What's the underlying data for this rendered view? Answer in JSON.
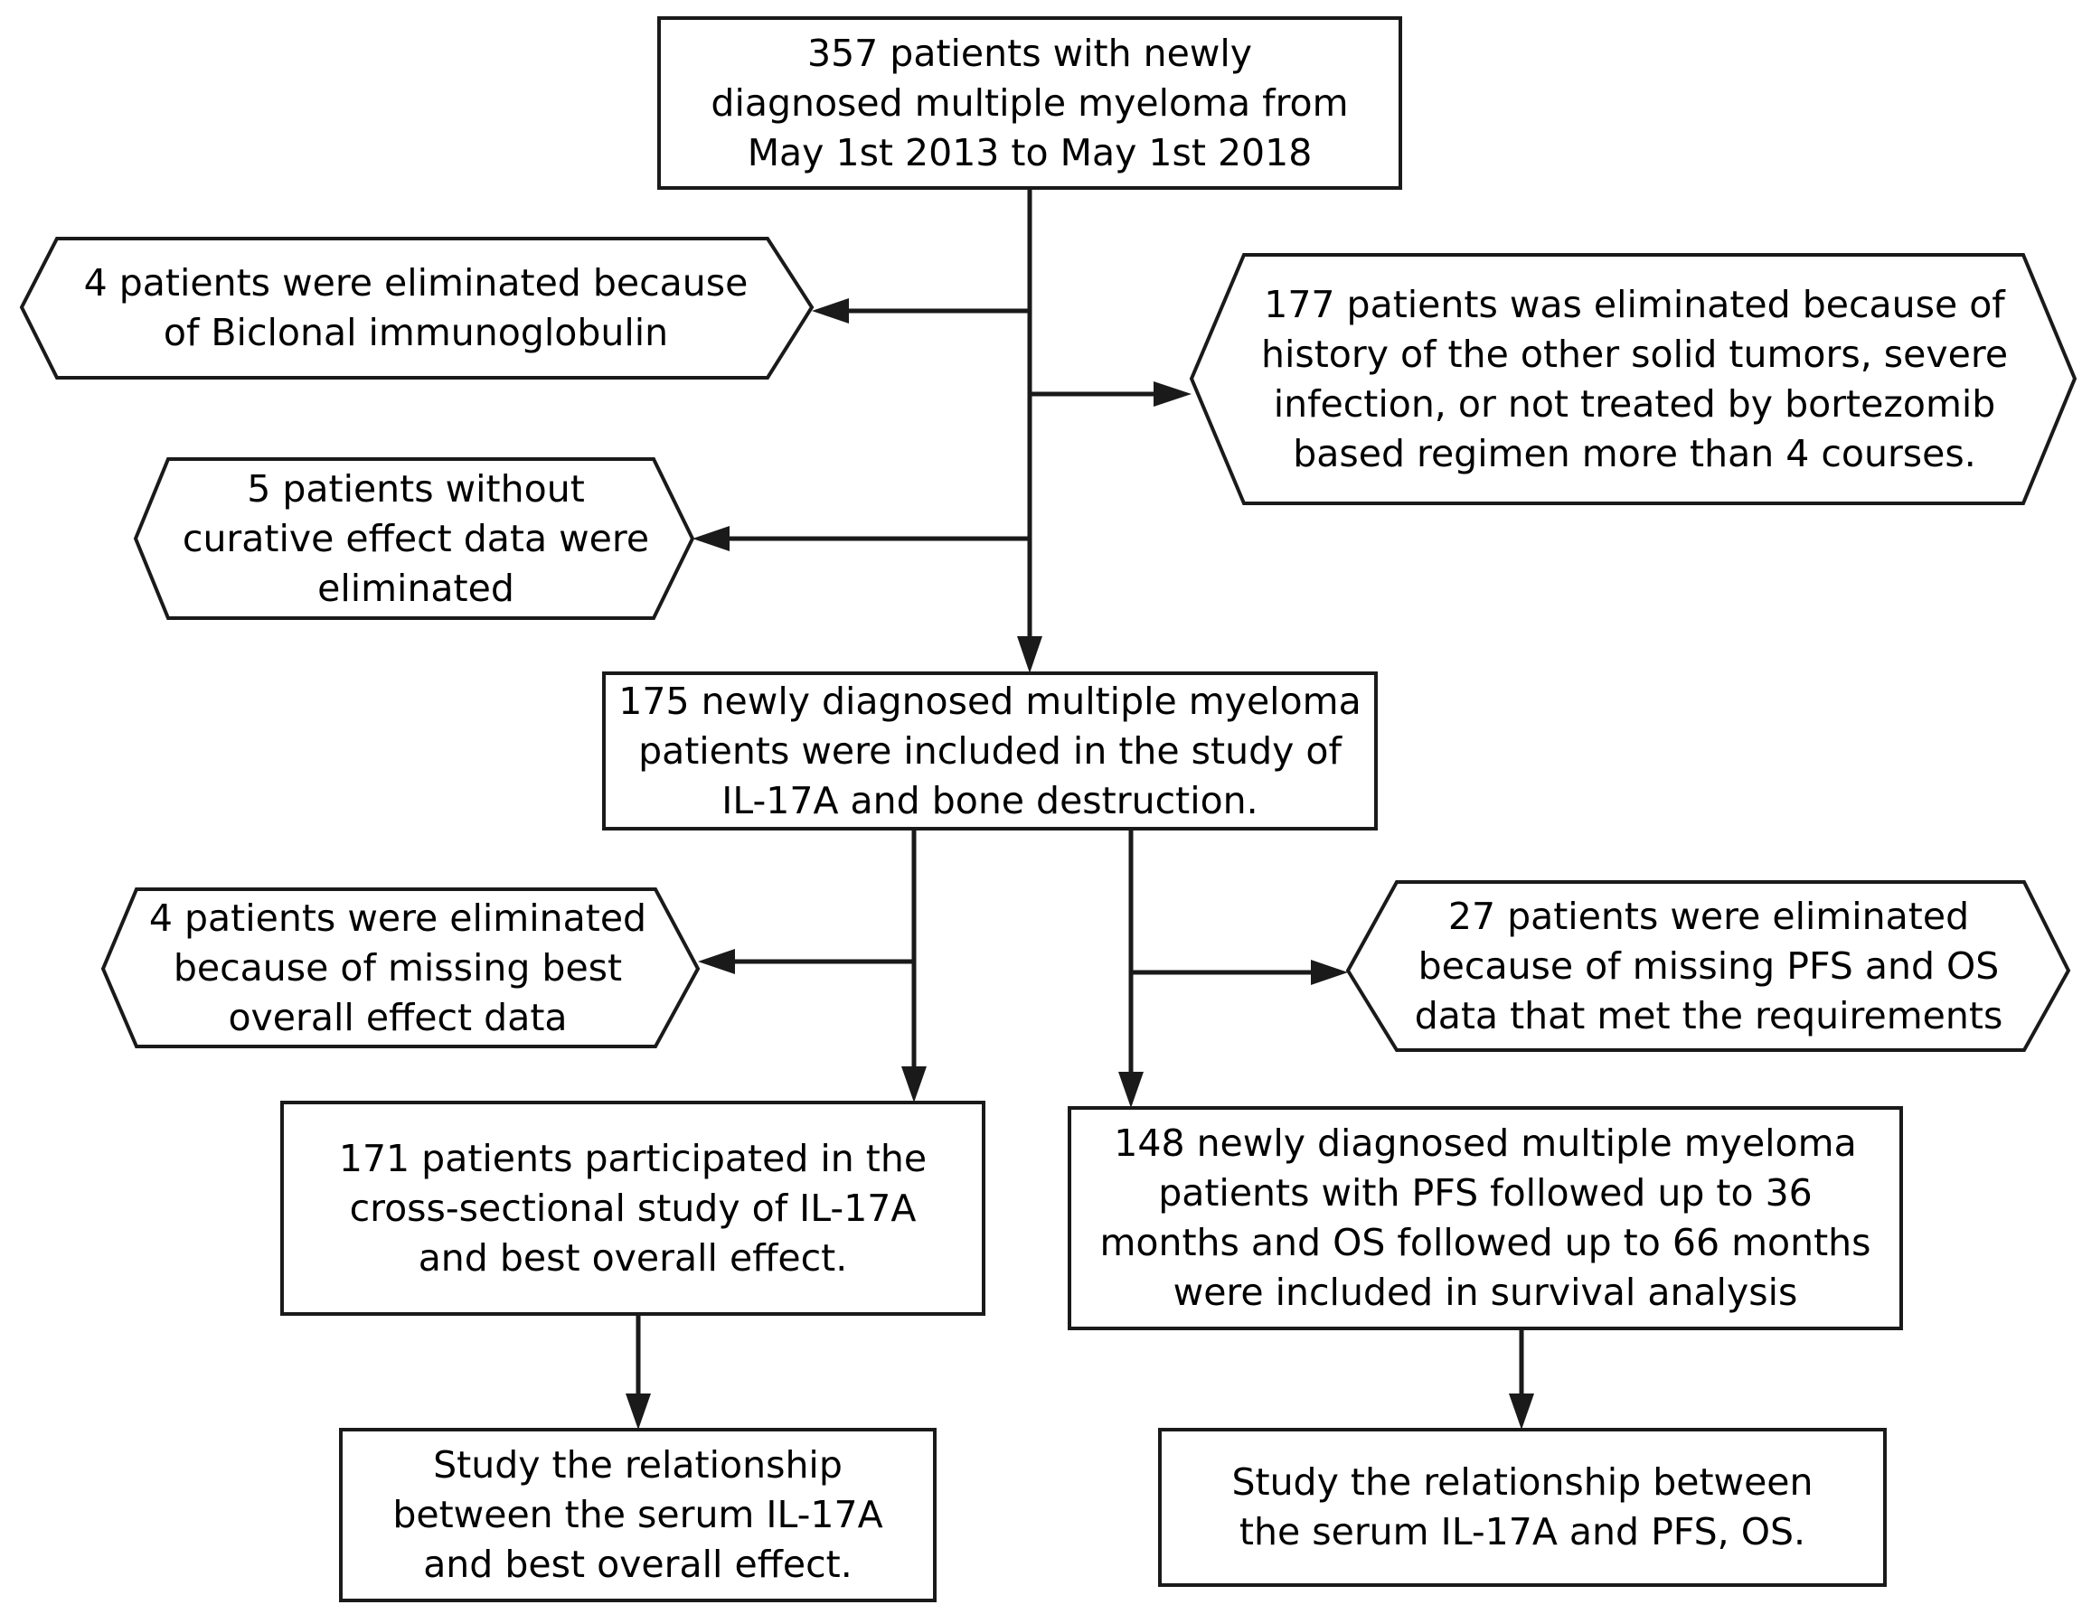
{
  "nodes": {
    "start": {
      "lines": [
        "357 patients with newly",
        "diagnosed multiple myeloma from",
        "May 1st 2013 to May 1st 2018"
      ]
    },
    "excl_biclonal": {
      "lines": [
        "4 patients were eliminated because",
        "of Biclonal immunoglobulin"
      ]
    },
    "excl_solid": {
      "lines": [
        "177 patients was eliminated because of",
        "history of the other solid tumors, severe",
        "infection, or not treated by bortezomib",
        "based regimen more than 4 courses."
      ]
    },
    "excl_curative": {
      "lines": [
        "5 patients without",
        "curative effect data were",
        "eliminated"
      ]
    },
    "included": {
      "lines": [
        "175 newly diagnosed multiple myeloma",
        "patients were included in the study of",
        "IL-17A and bone destruction."
      ]
    },
    "excl_best": {
      "lines": [
        "4 patients were eliminated",
        "because of  missing best",
        "overall effect data"
      ]
    },
    "excl_pfs": {
      "lines": [
        "27 patients were eliminated",
        "because of  missing PFS and OS",
        "data that met the requirements"
      ]
    },
    "cross_sectional": {
      "lines": [
        "171 patients participated in the",
        "cross-sectional study of IL-17A",
        "and best overall effect."
      ]
    },
    "survival": {
      "lines": [
        "148 newly diagnosed multiple myeloma",
        "patients with PFS followed up to 36",
        "months and OS followed up to 66 months",
        "were included in survival analysis"
      ]
    },
    "study_best": {
      "lines": [
        "Study the relationship",
        "between the serum IL-17A",
        "and best overall effect."
      ]
    },
    "study_pfs": {
      "lines": [
        "Study the relationship between",
        "the serum IL-17A and PFS, OS."
      ]
    }
  }
}
